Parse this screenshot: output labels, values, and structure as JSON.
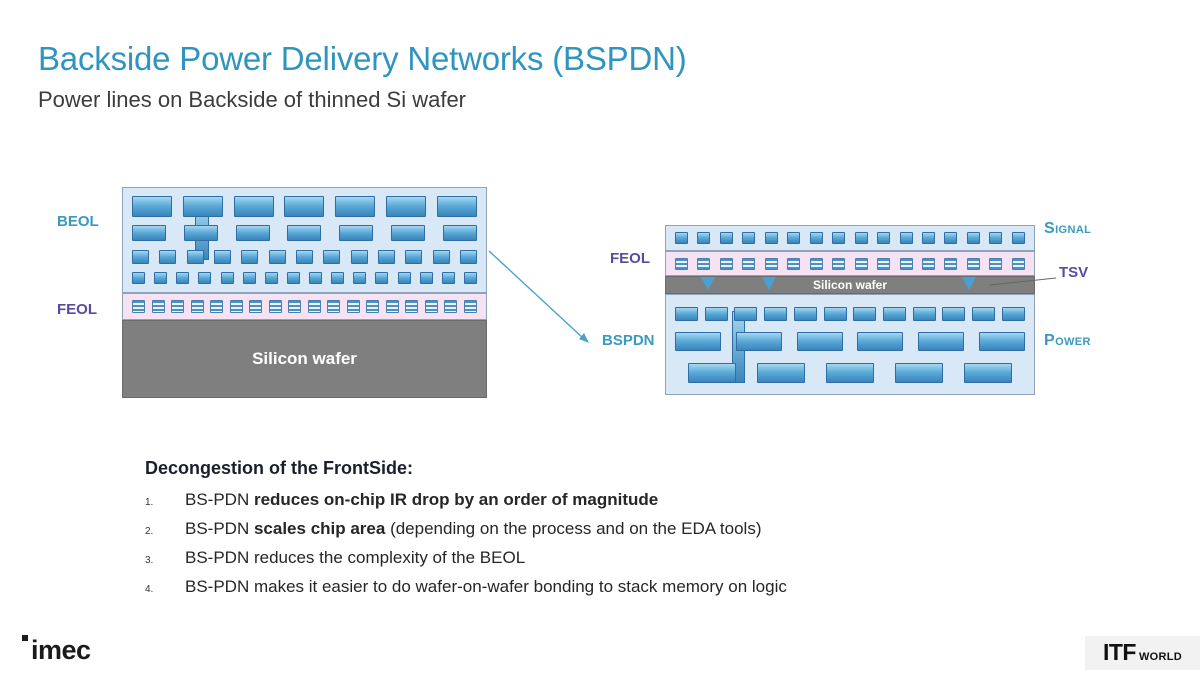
{
  "slide": {
    "title": "Backside Power Delivery Networks (BSPDN)",
    "subtitle": "Power lines on Backside of thinned Si wafer"
  },
  "left_diagram": {
    "beol_label": "BEOL",
    "feol_label": "FEOL",
    "wafer_label": "Silicon wafer"
  },
  "right_diagram": {
    "feol_label": "FEOL",
    "bspdn_label": "BSPDN",
    "signal_label": "Signal",
    "tsv_label": "TSV",
    "power_label": "Power",
    "wafer_label": "Silicon wafer"
  },
  "decongestion": {
    "heading": "Decongestion of the FrontSide:",
    "items": [
      {
        "num": "1.",
        "pre": "BS-PDN ",
        "bold": "reduces on-chip IR drop by an order of magnitude",
        "post": ""
      },
      {
        "num": "2.",
        "pre": "BS-PDN ",
        "bold": "scales chip area",
        "post": " (depending on the process and on the EDA tools)"
      },
      {
        "num": "3.",
        "pre": "BS-PDN reduces the complexity of the BEOL",
        "bold": "",
        "post": ""
      },
      {
        "num": "4.",
        "pre": "BS-PDN makes it easier to do wafer-on-wafer bonding to stack memory on logic",
        "bold": "",
        "post": ""
      }
    ]
  },
  "footer": {
    "imec": "imec",
    "itf": "ITF",
    "world": "WORLD"
  },
  "colors": {
    "accent_teal": "#3095be",
    "accent_purple": "#5b4a9e",
    "block_blue": "#4f9fcf",
    "beol_bg": "#d9e8f6",
    "feol_bg": "#f5e2f2",
    "wafer_gray": "#7f7f7f"
  }
}
